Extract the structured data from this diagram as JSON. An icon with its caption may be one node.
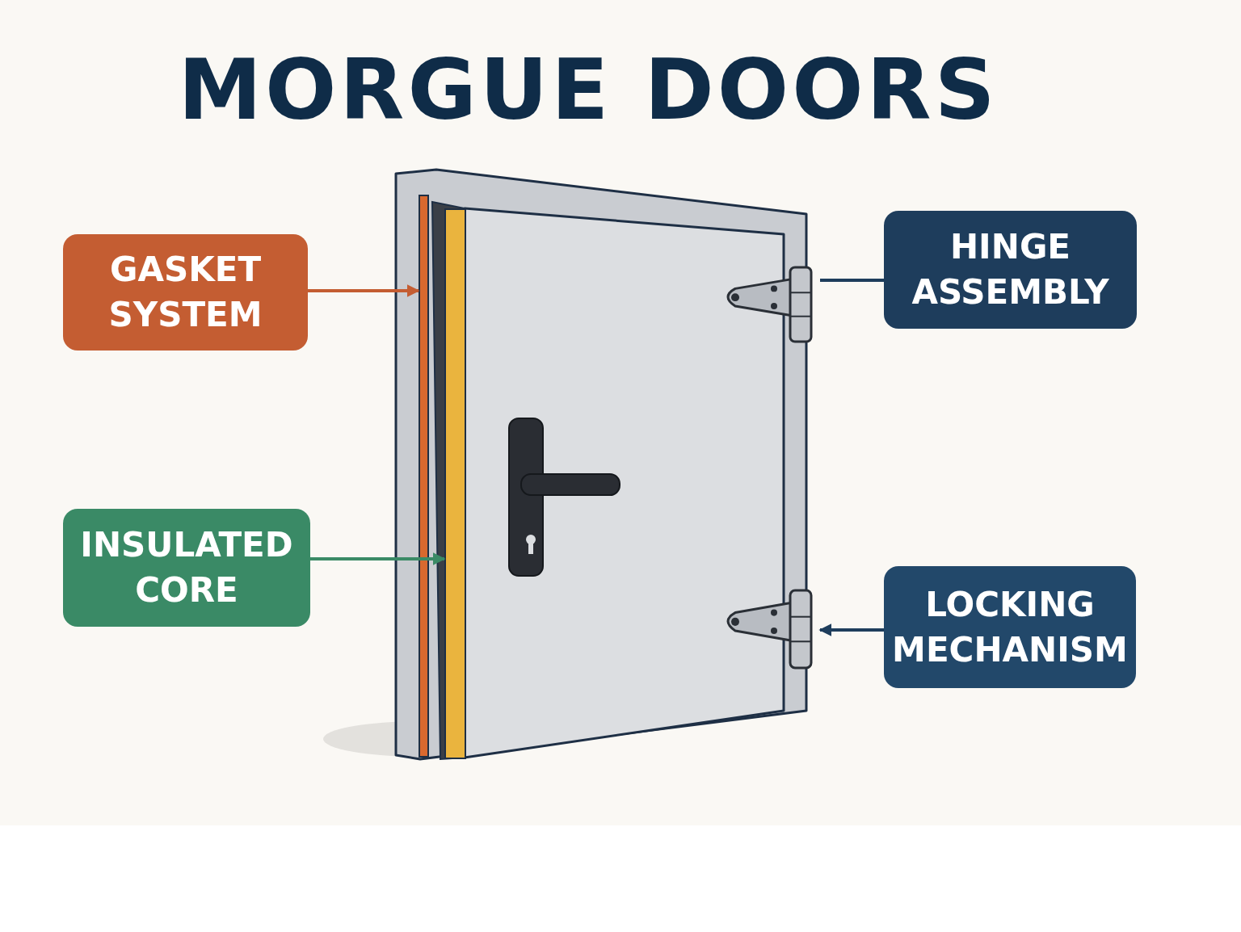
{
  "diagram": {
    "title": "MORGUE DOORS",
    "nodes": [
      {
        "text": [
          "GASKET SYSTEM"
        ]
      },
      {
        "text": [
          "INSULATED CORE"
        ]
      },
      {
        "text": [
          "HINGE ASSEMBLY"
        ]
      },
      {
        "text": [
          "LOCKING MECHANISM"
        ]
      },
      {
        "text": [],
        "shape": "picture"
      },
      {
        "text": [],
        "shape": "bar",
        "in": 4
      },
      {
        "text": [],
        "shape": "bar",
        "in": 4
      },
      {
        "text": [],
        "shape": "picture",
        "in": 4
      },
      {
        "text": [],
        "shape": "picture",
        "in": 4
      }
    ],
    "edges": [
      {
        "from": 0,
        "to": 5,
        "arrow": "to",
        "color": "#c45d32"
      },
      {
        "from": 1,
        "to": 6,
        "arrow": "to",
        "color": "#3a8a66"
      },
      {
        "from": 2,
        "to": 7,
        "arrow": "none"
      },
      {
        "from": 3,
        "to": 8,
        "arrow": "to"
      }
    ]
  }
}
